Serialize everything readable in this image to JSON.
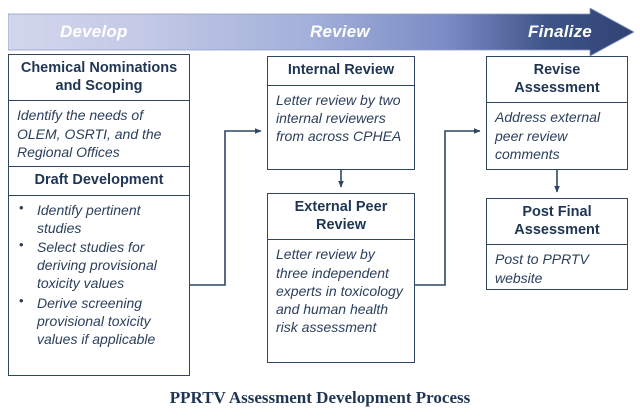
{
  "banner": {
    "name": "process-phase-arrow",
    "stages": [
      {
        "id": "develop",
        "label": "Develop"
      },
      {
        "id": "review",
        "label": "Review"
      },
      {
        "id": "finalize",
        "label": "Finalize"
      }
    ],
    "colors": {
      "gradient_start": "#d3d7ec",
      "gradient_mid": "#9aa7d4",
      "gradient_end": "#2f4372"
    }
  },
  "boxes": {
    "nominations": {
      "header1": "Chemical Nominations and Scoping",
      "body1": "Identify the needs of OLEM, OSRTI, and the Regional Offices",
      "header2": "Draft Development",
      "bullets": [
        "Identify pertinent studies",
        "Select studies for deriving provisional toxicity values",
        "Derive screening provisional toxicity values if applicable"
      ]
    },
    "internal_review": {
      "header": "Internal Review",
      "body": "Letter review by two internal reviewers from across CPHEA"
    },
    "external_peer_review": {
      "header": "External Peer Review",
      "body": "Letter review by three independent experts in toxicology and human health risk assessment"
    },
    "revise_assessment": {
      "header": "Revise Assessment",
      "body": "Address external peer review comments"
    },
    "post_final_assessment": {
      "header": "Post Final Assessment",
      "body": "Post to PPRTV website"
    }
  },
  "caption": "PPRTV Assessment Development Process",
  "colors": {
    "box_border": "#2f4763",
    "text_dark": "#1f3553",
    "connector": "#2f4763"
  }
}
